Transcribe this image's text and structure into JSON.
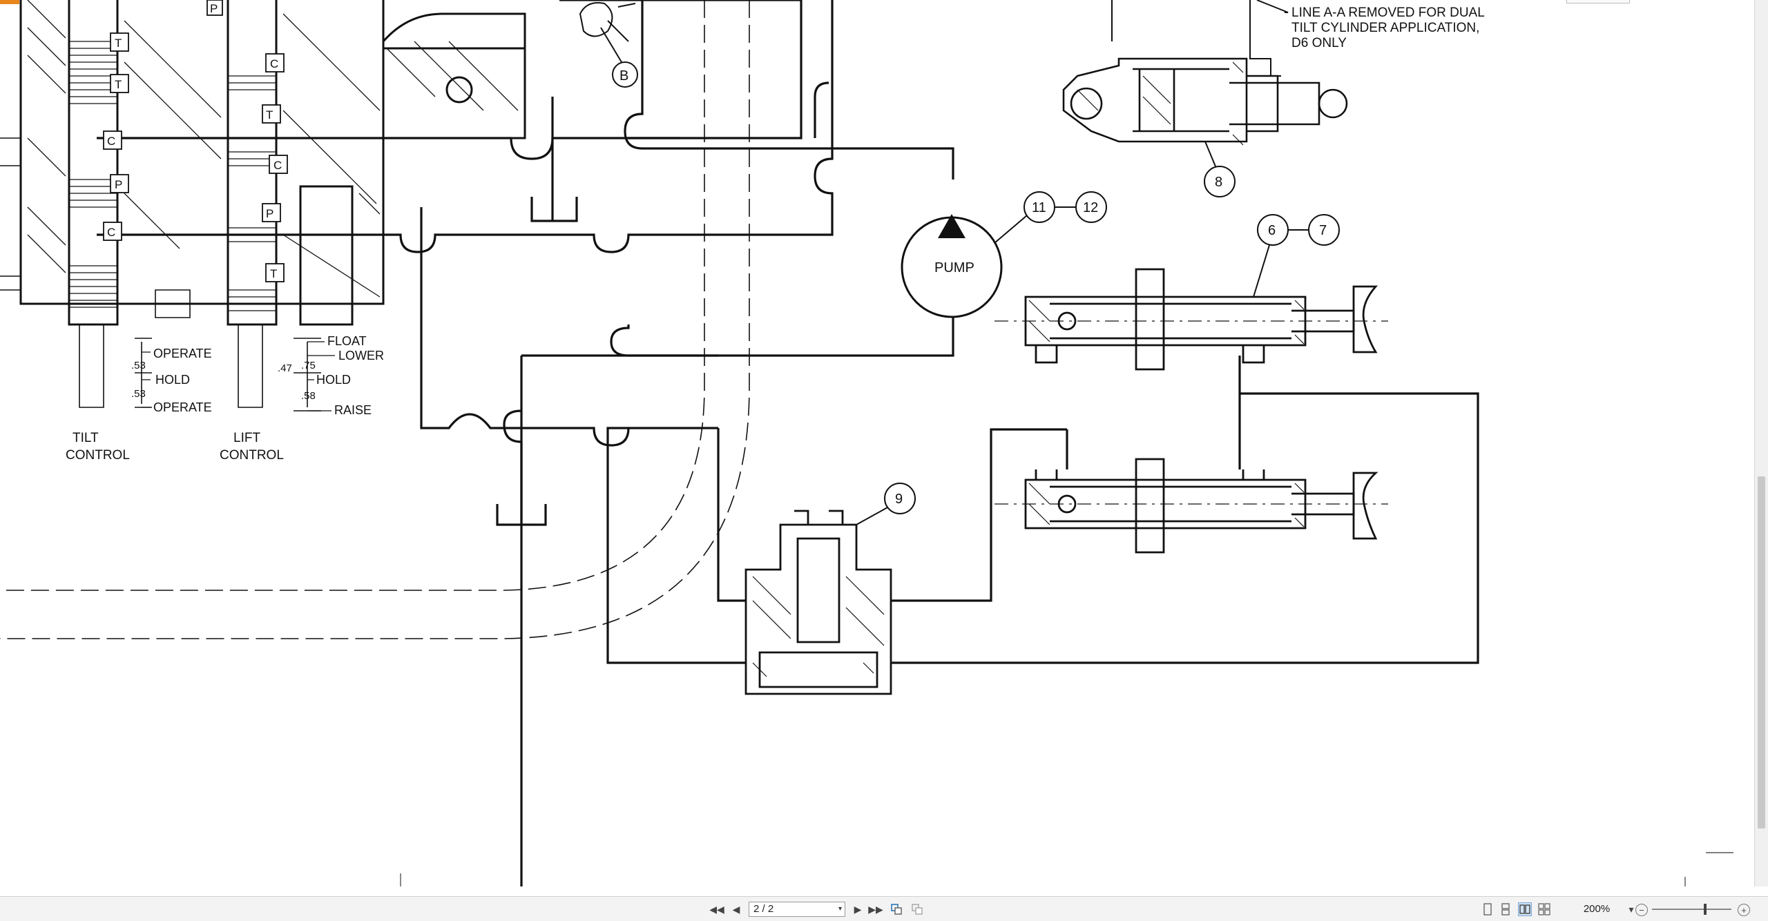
{
  "drawing": {
    "note_lines": [
      "LINE A-A REMOVED FOR DUAL",
      "TILT CYLINDER APPLICATION,",
      "D6 ONLY"
    ],
    "pump_label": "PUMP",
    "callouts": [
      "B",
      "11",
      "12",
      "6",
      "7",
      "8",
      "9"
    ],
    "port_labels": [
      "P",
      "T",
      "T",
      "C",
      "P",
      "C",
      "C",
      "T",
      "C",
      "P",
      "T"
    ],
    "tilt_positions": [
      "OPERATE",
      "HOLD",
      "OPERATE"
    ],
    "tilt_dims": [
      ".53",
      ".53"
    ],
    "lift_positions": [
      "FLOAT",
      "LOWER",
      "HOLD",
      "RAISE"
    ],
    "lift_dims": [
      ".47",
      ".75",
      ".58"
    ],
    "tilt_control": [
      "TILT",
      "CONTROL"
    ],
    "lift_control": [
      "LIFT",
      "CONTROL"
    ]
  },
  "statusbar": {
    "page_indicator": "2 / 2",
    "zoom": "200%"
  },
  "icons": {
    "first": "◀◀",
    "prev": "◀",
    "next": "▶",
    "last": "▶▶",
    "dropdown": "▾",
    "zoom_out": "−",
    "zoom_in": "+"
  }
}
